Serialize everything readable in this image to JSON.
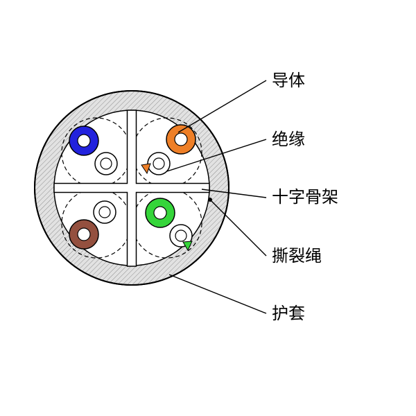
{
  "diagram": {
    "labels": {
      "conductor": "导体",
      "insulation": "绝缘",
      "cross_spline": "十字骨架",
      "rip_cord": "撕裂绳",
      "jacket": "护套"
    },
    "colors": {
      "pair_blue": "#2222dd",
      "pair_orange": "#ee7f27",
      "pair_brown": "#94503f",
      "pair_green": "#35d53a",
      "jacket_fill": "#e2e2e2",
      "hatch_line": "#8f8f8f",
      "outline": "#000000"
    }
  }
}
